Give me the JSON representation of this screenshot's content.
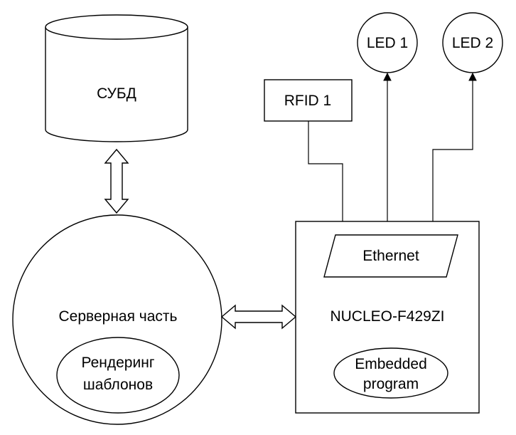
{
  "nodes": {
    "dbms": {
      "label": "СУБД"
    },
    "server": {
      "label": "Серверная часть"
    },
    "rendering": {
      "line1": "Рендеринг",
      "line2": "шаблонов"
    },
    "board": {
      "label": "NUCLEO-F429ZI"
    },
    "ethernet": {
      "label": "Ethernet"
    },
    "embedded": {
      "line1": "Embedded",
      "line2": "program"
    },
    "rfid": {
      "label": "RFID 1"
    },
    "led1": {
      "label": "LED 1"
    },
    "led2": {
      "label": "LED 2"
    }
  },
  "edges": [
    {
      "from": "dbms",
      "to": "server",
      "style": "double-hollow-arrow"
    },
    {
      "from": "server",
      "to": "board",
      "style": "double-hollow-arrow"
    },
    {
      "from": "rfid",
      "to": "board",
      "style": "line"
    },
    {
      "from": "board",
      "to": "led1",
      "style": "arrow"
    },
    {
      "from": "board",
      "to": "led2",
      "style": "arrow"
    }
  ]
}
